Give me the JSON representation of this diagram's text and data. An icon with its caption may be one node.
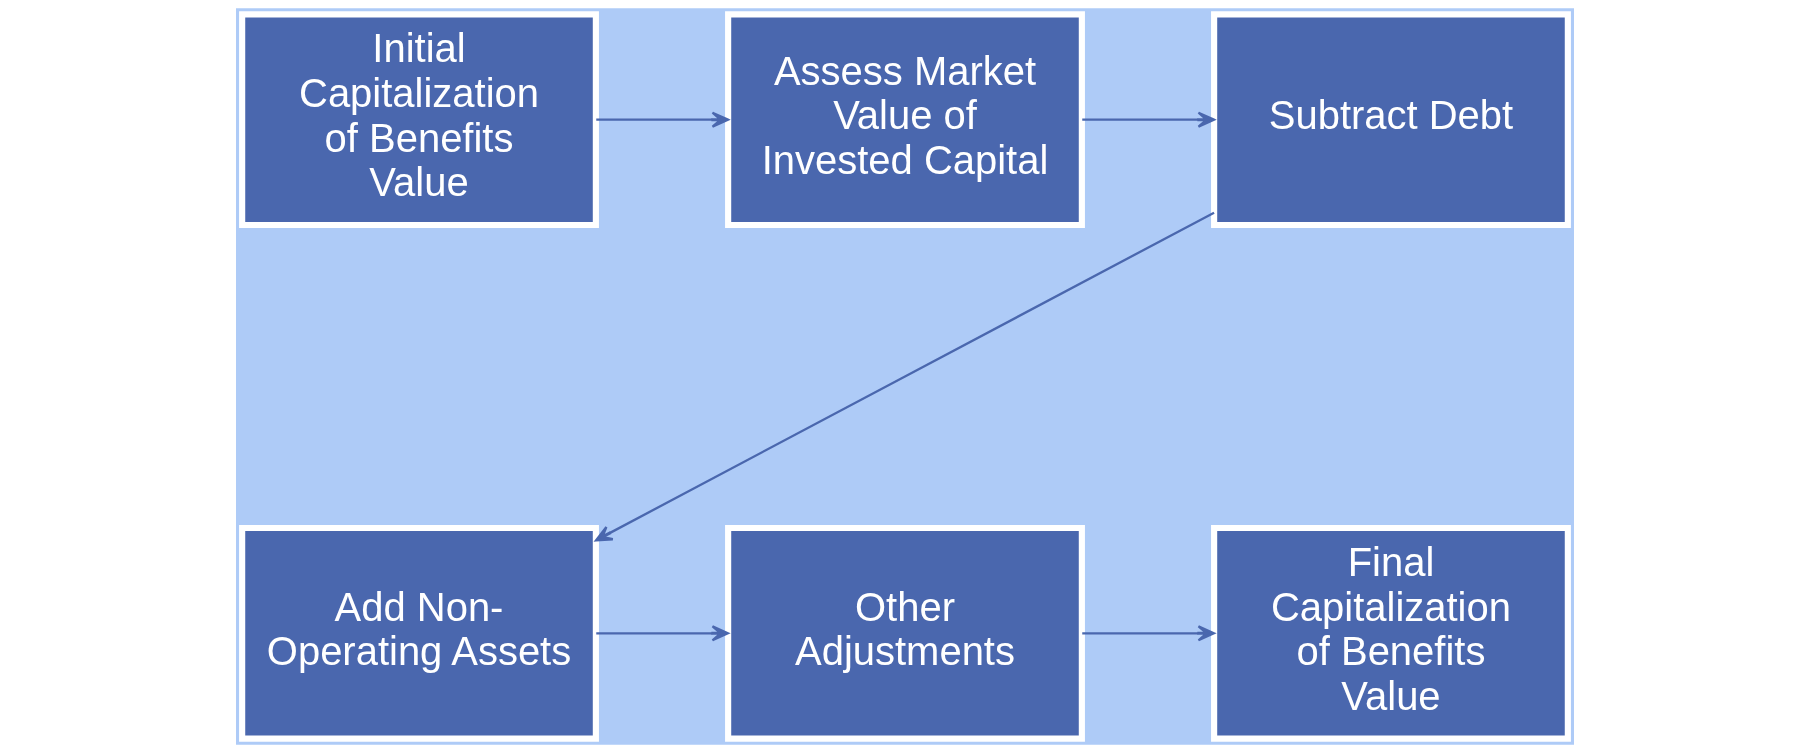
{
  "diagram": {
    "nodes": [
      {
        "text": [
          "Initial Capitalization of Benefits Value"
        ]
      },
      {
        "text": [
          "Assess Market Value of Invested Capital"
        ]
      },
      {
        "text": [
          "Subtract Debt"
        ]
      },
      {
        "text": [
          "Add Non-Operating Assets"
        ]
      },
      {
        "text": [
          "Other Adjustments"
        ]
      },
      {
        "text": [
          "Final Capitalization of Benefits Value"
        ]
      }
    ],
    "edges": [
      {
        "from": 0,
        "to": 1,
        "arrow": "to"
      },
      {
        "from": 1,
        "to": 2,
        "arrow": "to"
      },
      {
        "from": 2,
        "to": 3,
        "arrow": "to"
      },
      {
        "from": 3,
        "to": 4,
        "arrow": "to"
      },
      {
        "from": 4,
        "to": 5,
        "arrow": "to"
      }
    ]
  }
}
